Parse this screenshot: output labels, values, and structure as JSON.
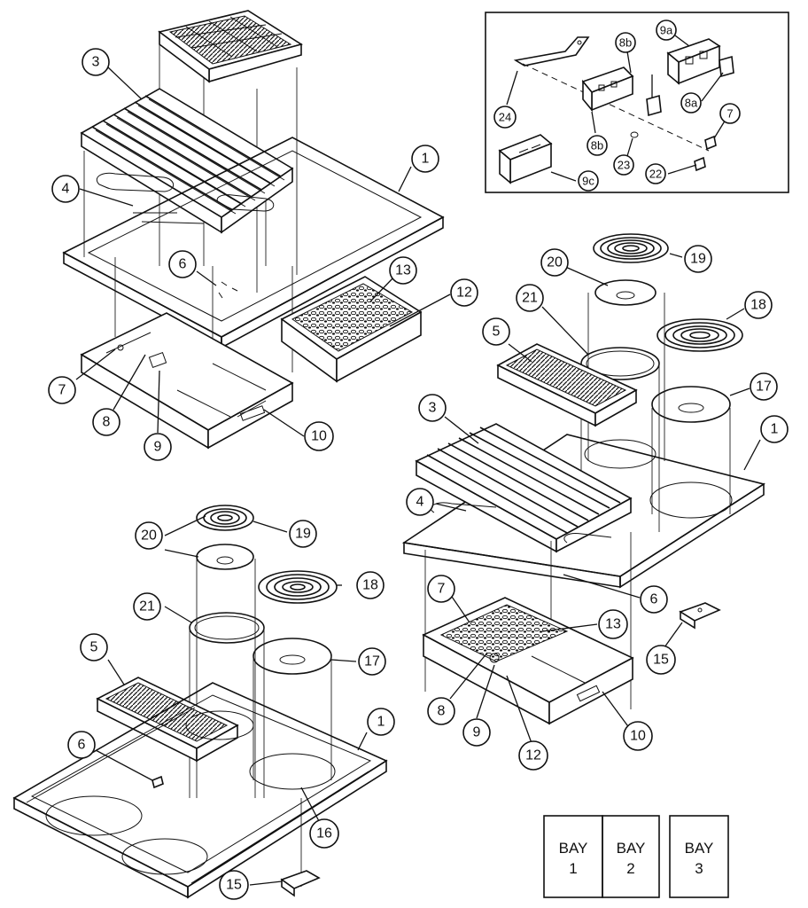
{
  "callouts": {
    "c3a": "3",
    "c4a": "4",
    "c1a": "1",
    "c6a": "6",
    "c13a": "13",
    "c12a": "12",
    "c7a": "7",
    "c8a": "8",
    "c9a": "9",
    "c10a": "10",
    "c20a": "20",
    "c19a": "19",
    "c21a": "21",
    "c18a": "18",
    "c5a": "5",
    "c17a": "17",
    "c3b": "3",
    "c1b": "1",
    "c4b": "4",
    "c6b": "6",
    "c7b": "7",
    "c13b": "13",
    "c15a": "15",
    "c8b": "8",
    "c9b": "9",
    "c12b": "12",
    "c10b": "10",
    "c20c": "20",
    "c19c": "19",
    "c18c": "18",
    "c21c": "21",
    "c17c": "17",
    "c5c": "5",
    "c1c": "1",
    "c6c": "6",
    "c16c": "16",
    "c15c": "15",
    "i9a": "9a",
    "i8b1": "8b",
    "i8a": "8a",
    "i7": "7",
    "i24": "24",
    "i8b2": "8b",
    "i23": "23",
    "i22": "22",
    "i9c": "9c"
  },
  "bays": [
    {
      "line1": "BAY",
      "line2": "1"
    },
    {
      "line1": "BAY",
      "line2": "2"
    },
    {
      "line1": "BAY",
      "line2": "3"
    }
  ]
}
